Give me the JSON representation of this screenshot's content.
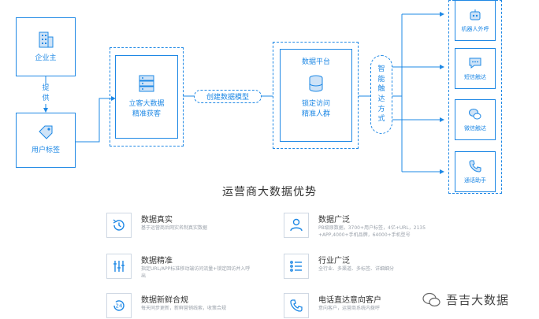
{
  "flow": {
    "enterprise": "企业主",
    "provide": "提\n供",
    "user_tags": "用户标签",
    "customer_acq": "立客大数据\n精准获客",
    "build_model": "创建数据模型",
    "data_platform": "数据平台",
    "lock_visit": "锁定访问\n精准人群",
    "smart_reach": "智\n能\n触\n达\n方\n式",
    "channels": [
      "机器人外呼",
      "短信触达",
      "微信触达",
      "通话助手"
    ]
  },
  "section_title": "运营商大数据优势",
  "features": [
    {
      "title": "数据真实",
      "desc": "基于运营商后网实名制真实数据",
      "icon": "history-clock-icon"
    },
    {
      "title": "数据广泛",
      "desc": "PB级原数据，3700+用户标签，4亿+URL，2135\n+APP,4000+手机品牌，64000+手机型号",
      "icon": "users-icon"
    },
    {
      "title": "数据精准",
      "desc": "指定URL/APP标准移动端访问流量+锁定回访并入呼\n出",
      "icon": "sliders-icon"
    },
    {
      "title": "行业广泛",
      "desc": "全行业、多渠道、多标签、详细细分",
      "icon": "list-icon"
    },
    {
      "title": "数据新鲜合规",
      "desc": "每天同步更新，新鲜营销线索，收策合规",
      "icon": "24h-icon"
    },
    {
      "title": "电话直达意向客户",
      "desc": "意向客户，运营商系统内拨呼",
      "icon": "phone-icon"
    }
  ],
  "watermark": "吾吉大数据",
  "colors": {
    "accent": "#1e88e5",
    "title": "#333333",
    "desc": "#9aa1aa"
  }
}
